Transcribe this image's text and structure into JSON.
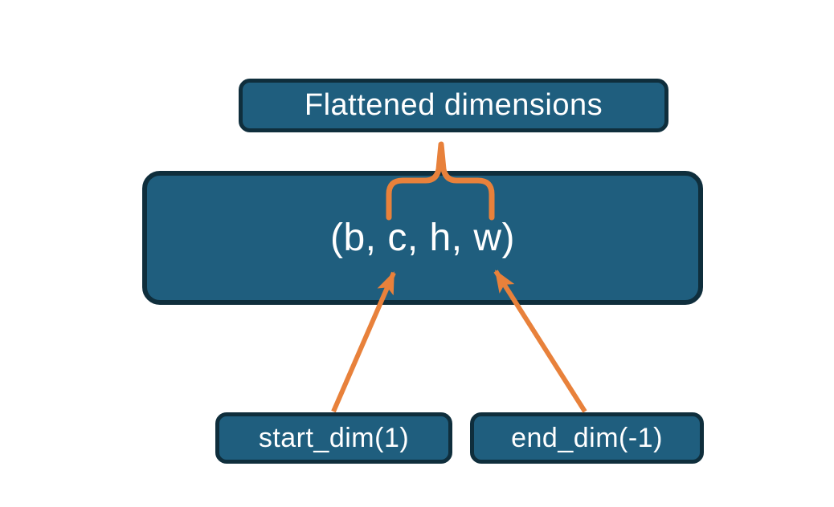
{
  "diagram": {
    "top_box": {
      "label": "Flattened dimensions"
    },
    "main_box": {
      "label": "(b, c, h, w)"
    },
    "bottom_boxes": [
      {
        "label": "start_dim(1)"
      },
      {
        "label": "end_dim(-1)"
      }
    ],
    "connectors": {
      "brace": "curly-brace spanning flattened dims (c..w) pointing up to Flattened dimensions box",
      "left_arrow_target": "c",
      "right_arrow_target": "w"
    },
    "colors": {
      "box_fill": "#1f5e7e",
      "box_border": "#0f2e3c",
      "accent_orange": "#e8813b",
      "text": "#ffffff",
      "background": "#ffffff"
    }
  }
}
